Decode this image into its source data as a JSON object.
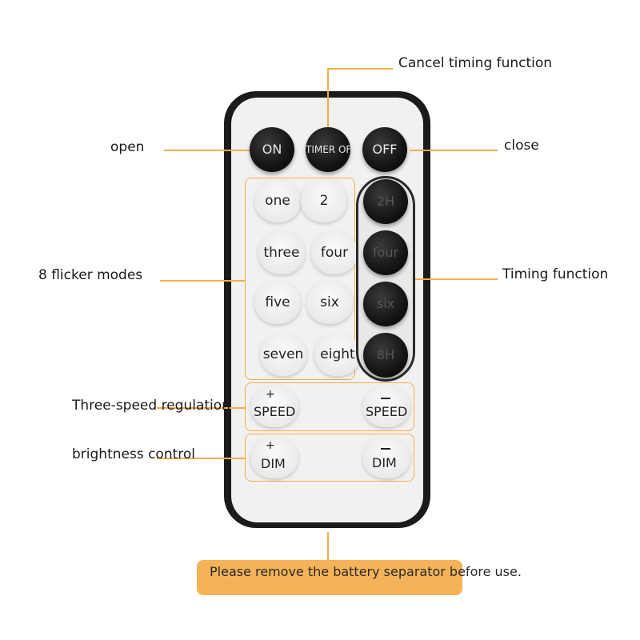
{
  "annotations": {
    "cancel_timing": "Cancel timing function",
    "open": "open",
    "close": "close",
    "flicker_modes": "8 flicker modes",
    "timing_function": "Timing function",
    "three_speed": "Three-speed regulation",
    "brightness": "brightness control"
  },
  "buttons": {
    "on": "ON",
    "timer_off": "TIMER OFF",
    "off": "OFF",
    "modes": [
      "one",
      "2",
      "three",
      "four",
      "five",
      "six",
      "seven",
      "eight"
    ],
    "timers": [
      "2H",
      "four",
      "six",
      "8H"
    ],
    "speed_plus_sign": "+",
    "speed_plus": "SPEED",
    "speed_minus": "SPEED",
    "dim_plus_sign": "+",
    "dim_plus": "DIM",
    "dim_minus": "DIM"
  },
  "notice": "Please remove the battery separator before use.",
  "colors": {
    "accent": "#f0b04a",
    "notice_bg": "#f4b358",
    "remote_frame": "#1b1b1b",
    "remote_face": "#f1f1f1"
  }
}
